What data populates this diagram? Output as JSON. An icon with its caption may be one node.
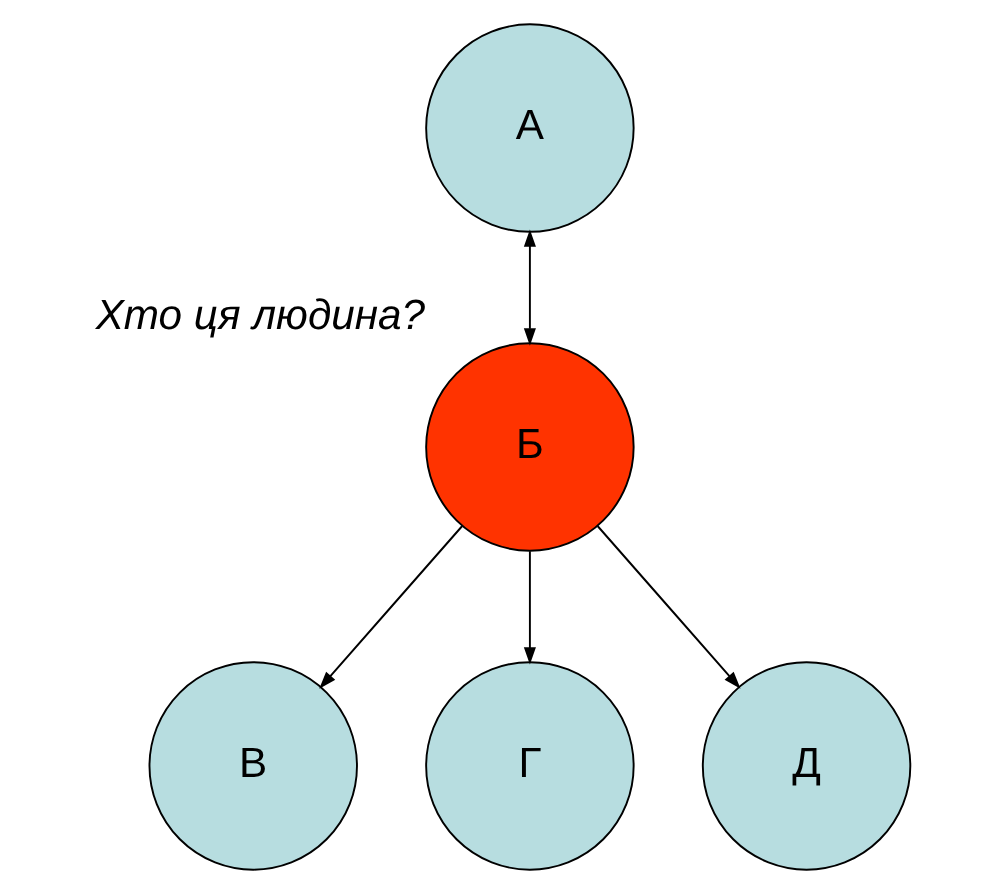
{
  "diagram": {
    "nodes": [
      {
        "text": [
          "А"
        ]
      },
      {
        "text": [
          "Б"
        ],
        "beside": [
          "Хто ця людина?"
        ]
      },
      {
        "text": [
          "В"
        ]
      },
      {
        "text": [
          "Г"
        ]
      },
      {
        "text": [
          "Д"
        ]
      }
    ],
    "edges": [
      {
        "from": 0,
        "to": 1,
        "arrow": "both"
      },
      {
        "from": 1,
        "to": 2,
        "arrow": "to"
      },
      {
        "from": 1,
        "to": 3,
        "arrow": "to"
      },
      {
        "from": 1,
        "to": 4,
        "arrow": "to"
      }
    ]
  }
}
